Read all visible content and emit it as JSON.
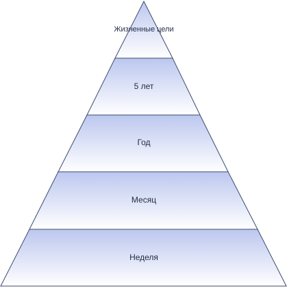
{
  "diagram": {
    "tiers": [
      {
        "label": "Жизненные цели"
      },
      {
        "label": "5 лет"
      },
      {
        "label": "Год"
      },
      {
        "label": "Месяц"
      },
      {
        "label": "Неделя"
      }
    ],
    "colors": {
      "fill_top": "#bcc7ef",
      "fill_bottom": "#ffffff",
      "stroke": "#3b4a6b",
      "text": "#1f2a44"
    }
  }
}
